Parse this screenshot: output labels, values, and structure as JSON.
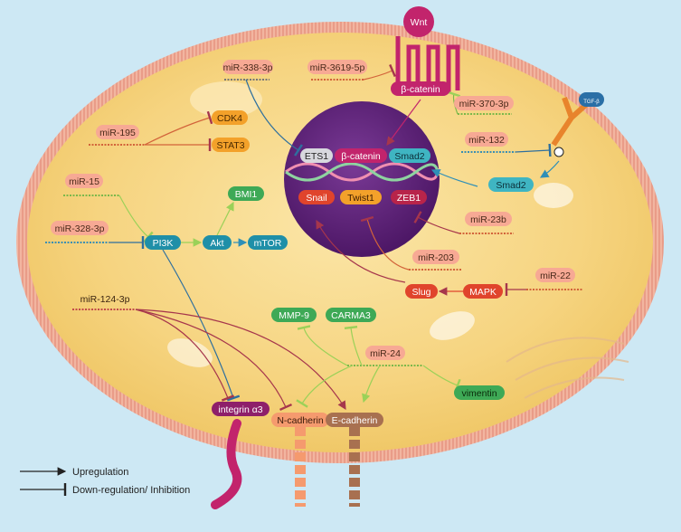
{
  "colors": {
    "background": "#cde8f4",
    "membrane": "#f2b5a0",
    "cytoplasm": "#f8dc8c",
    "nucleus": "#5e1f78",
    "mirna_pill": "#f7a994",
    "upregulation_line": "#9bd158",
    "inhibition_line": "#a6364c"
  },
  "mirnas": {
    "mir338": "miR-338-3p",
    "mir3619": "miR-3619-5p",
    "mir370": "miR-370-3p",
    "mir195": "miR-195",
    "mir132": "miR-132",
    "mir15": "miR-15",
    "mir328": "miR-328-3p",
    "mir23b": "miR-23b",
    "mir203": "miR-203",
    "mir22": "miR-22",
    "mir124": "miR-124-3p",
    "mir24": "miR-24"
  },
  "proteins": {
    "wnt": "Wnt",
    "beta_catenin": "β-catenin",
    "cdk4": "CDK4",
    "stat3": "STAT3",
    "smad2": "Smad2",
    "bmi1": "BMI1",
    "pi3k": "PI3K",
    "akt": "Akt",
    "mtor": "mTOR",
    "mapk": "MAPK",
    "slug": "Slug",
    "mmp9": "MMP-9",
    "carma3": "CARMA3",
    "vimentin": "vimentin",
    "integrin": "integrin α3",
    "n_cadherin": "N-cadherin",
    "e_cadherin": "E-cadherin",
    "tgf_receptor_tag": "TGF-β"
  },
  "nucleus": {
    "ets1": "ETS1",
    "beta_catenin": "β-catenin",
    "smad2": "Smad2",
    "snail": "Snail",
    "twist1": "Twist1",
    "zeb1": "ZEB1"
  },
  "legend": {
    "upregulation": "Upregulation",
    "downregulation": "Down-regulation/ Inhibition"
  }
}
